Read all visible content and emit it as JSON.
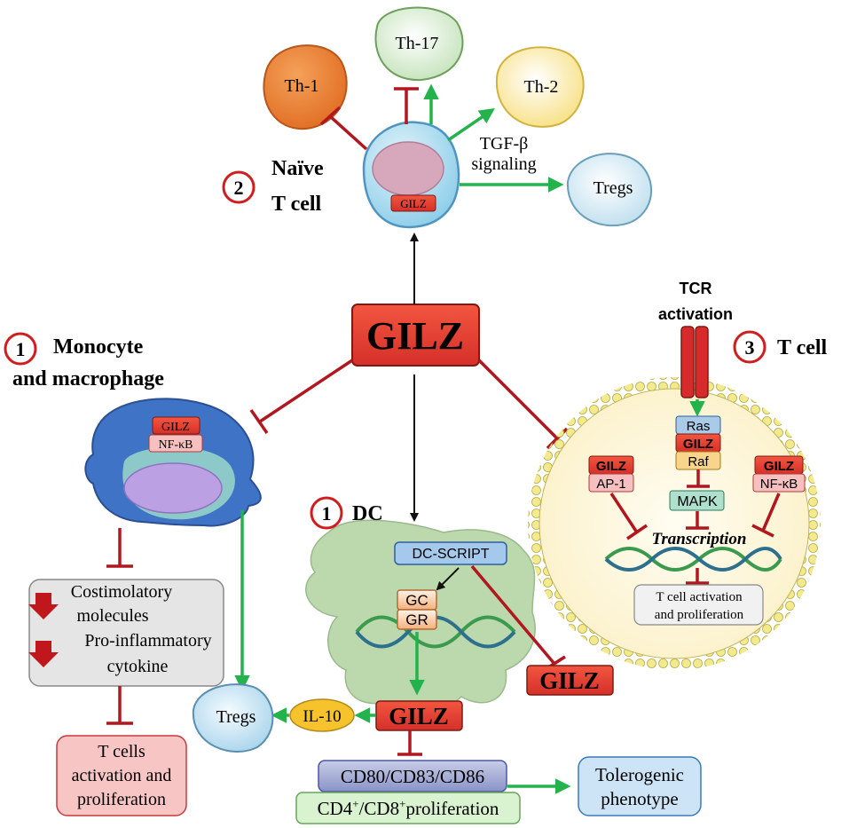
{
  "hub": {
    "label": "GILZ"
  },
  "sections": {
    "naive_t_cell": {
      "number": "2",
      "line1": "Naïve",
      "line2": "T cell"
    },
    "monocyte": {
      "number": "1",
      "line1": "Monocyte",
      "line2": "and macrophage"
    },
    "dc": {
      "number": "1",
      "label": "DC"
    },
    "t_cell": {
      "number": "3",
      "label": "T cell"
    }
  },
  "naive": {
    "inner_label": "GILZ",
    "th1": "Th-1",
    "th17": "Th-17",
    "th2": "Th-2",
    "tregs": "Tregs",
    "tgf_line1": "TGF-β",
    "tgf_line2": "signaling"
  },
  "monocyte_cell": {
    "gilz": "GILZ",
    "nfkb": "NF-κB",
    "box1_line1": "Costimolatory",
    "box1_line2": "molecules",
    "box1_line3": "Pro-inflammatory",
    "box1_line4": "cytokine",
    "box2_line1": "T cells",
    "box2_line2": "activation and",
    "box2_line3": "proliferation"
  },
  "dc_cell": {
    "dc_script": "DC-SCRIPT",
    "gc": "GC",
    "gr": "GR",
    "gilz_right": "GILZ",
    "gilz_bottom": "GILZ",
    "il10": "IL-10",
    "tregs": "Tregs",
    "cd_markers": "CD80/CD83/CD86",
    "prolif_pre": "CD4",
    "prolif_sup1": "+",
    "prolif_mid": "/CD8",
    "prolif_sup2": "+",
    "prolif_post": "proliferation",
    "tolero_line1": "Tolerogenic",
    "tolero_line2": "phenotype"
  },
  "t_cell": {
    "tcr_line1": "TCR",
    "tcr_line2": "activation",
    "ras": "Ras",
    "gilz_mid": "GILZ",
    "raf": "Raf",
    "mapk": "MAPK",
    "gilz_left": "GILZ",
    "ap1": "AP-1",
    "gilz_right": "GILZ",
    "nfkb": "NF-κB",
    "transcription": "Transcription",
    "outcome_line1": "T cell activation",
    "outcome_line2": "and proliferation"
  },
  "colors": {
    "inhibit": "#b0171f",
    "activate": "#23b24b",
    "gilz_box": "#e03a2f",
    "neutral_arrow": "#111111"
  }
}
